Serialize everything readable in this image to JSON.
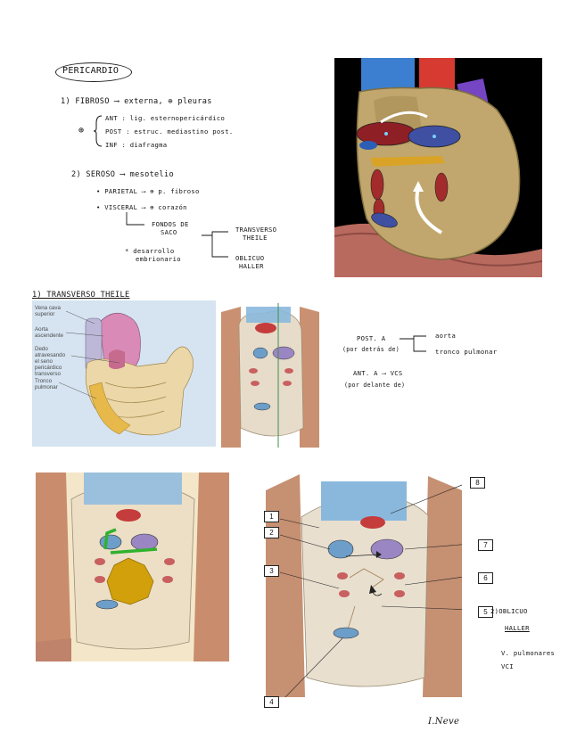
{
  "notes": {
    "title": "PERICARDIO",
    "fibroso": {
      "line": "1) FIBROSO ⟶ externa, ⊕ pleuras",
      "ant": "ANT : lig. esternopericárdico",
      "post": "POST : estruc. mediastino post.",
      "inf": "INF : diafragma",
      "brace": "⊕"
    },
    "seroso": {
      "line": "2) SEROSO ⟶ mesotelio",
      "parietal": "• PARIETAL ⟶ ⊕ p. fibroso",
      "visceral": "• VISCERAL ⟶ ⊕ corazón",
      "fondos_1": "FONDOS DE",
      "fondos_2": "SACO",
      "desarrollo_1": "* desarrollo",
      "desarrollo_2": "embrionario",
      "transverso_1": "TRANSVERSO",
      "transverso_2": "THEILE",
      "oblicuo_1": "OBLICUO",
      "oblicuo_2": "HALLER"
    },
    "transverso_heading": "1) TRANSVERSO THEILE",
    "post_a": "POST. A",
    "post_a_sub": "(por detrás de)",
    "aorta": "aorta",
    "tronco": "tronco pulmonar",
    "ant_a": "ANT. A ⟶ VCS",
    "ant_a_sub": "(por delante de)",
    "oblicuo_heading_1": "2)OBLICUO",
    "oblicuo_heading_2": "HALLER",
    "v_pulmonares": "V. pulmonares",
    "vci": "VCI",
    "signature": "I.Neve"
  },
  "hand_figure_labels": [
    "Vena cava superior",
    "Aorta ascendente",
    "Dedo atravesando el seno pericárdico transverso",
    "Tronco pulmonar"
  ],
  "diagram_numbers": [
    "1",
    "2",
    "3",
    "4",
    "5",
    "6",
    "7",
    "8"
  ],
  "colors": {
    "ink": "#141414",
    "pericardium": "#e6dcc9",
    "vessel_blue": "#7ba6cc",
    "vessel_red": "#c43c3c",
    "sinus_highlight": "#d1a00a",
    "green_marker": "#31b12f"
  }
}
